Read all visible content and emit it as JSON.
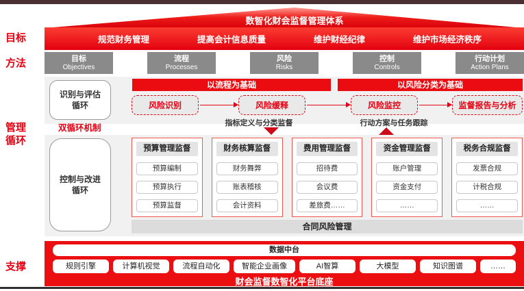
{
  "title": "数智化财会监督管理体系",
  "side_labels": {
    "goal": "目标",
    "method": "方法",
    "management": "管理循环",
    "support": "支撑"
  },
  "goals": [
    "规范财务管理",
    "提高会计信息质量",
    "维护财经纪律",
    "维护市场经济秩序"
  ],
  "methods": [
    {
      "zh": "目标",
      "en": "Objectives"
    },
    {
      "zh": "流程",
      "en": "Processes"
    },
    {
      "zh": "风险",
      "en": "Risks"
    },
    {
      "zh": "控制",
      "en": "Controls"
    },
    {
      "zh": "行动计划",
      "en": "Action Plans"
    }
  ],
  "identification_cycle": {
    "label_line1": "识别与评估",
    "label_line2": "循环",
    "headers": [
      "以流程为基础",
      "以风险分类为基础"
    ],
    "steps": [
      "风险识别",
      "风险缓释",
      "风险监控",
      "监督报告与分析"
    ]
  },
  "dual_cycle_label": "双循环机制",
  "annotations": [
    {
      "text": "指标定义与分类监督",
      "direction": "down"
    },
    {
      "text": "行动方案与任务跟踪",
      "direction": "up"
    }
  ],
  "control_cycle": {
    "label_line1": "控制与改进",
    "label_line2": "循环",
    "columns": [
      {
        "header": "预算管理监督",
        "items": [
          "预算编制",
          "预算执行",
          "预算监督"
        ]
      },
      {
        "header": "财务核算监督",
        "items": [
          "财务舞弊",
          "账表稽核",
          "会计资料"
        ]
      },
      {
        "header": "费用管理监督",
        "items": [
          "招待费",
          "会议费",
          "差旅费……"
        ]
      },
      {
        "header": "资金管理监督",
        "items": [
          "账户管理",
          "资金支付",
          "……"
        ]
      },
      {
        "header": "税务合规监督",
        "items": [
          "发票合规",
          "计税合规",
          "……"
        ]
      }
    ],
    "footer": "合同风险管理"
  },
  "support": {
    "data_platform": "数据中台",
    "techs": [
      "规则引擎",
      "计算机视觉",
      "流程自动化",
      "智能企业画像",
      "AI智算",
      "大模型",
      "知识图谱",
      "……"
    ],
    "caption": "财会监督数智化平台底座"
  },
  "colors": {
    "accent_red": "#e60012",
    "dark_maroon": "#4b3033",
    "gray_box": "#8a8a8a",
    "section_bg": "#f1f1f1"
  }
}
